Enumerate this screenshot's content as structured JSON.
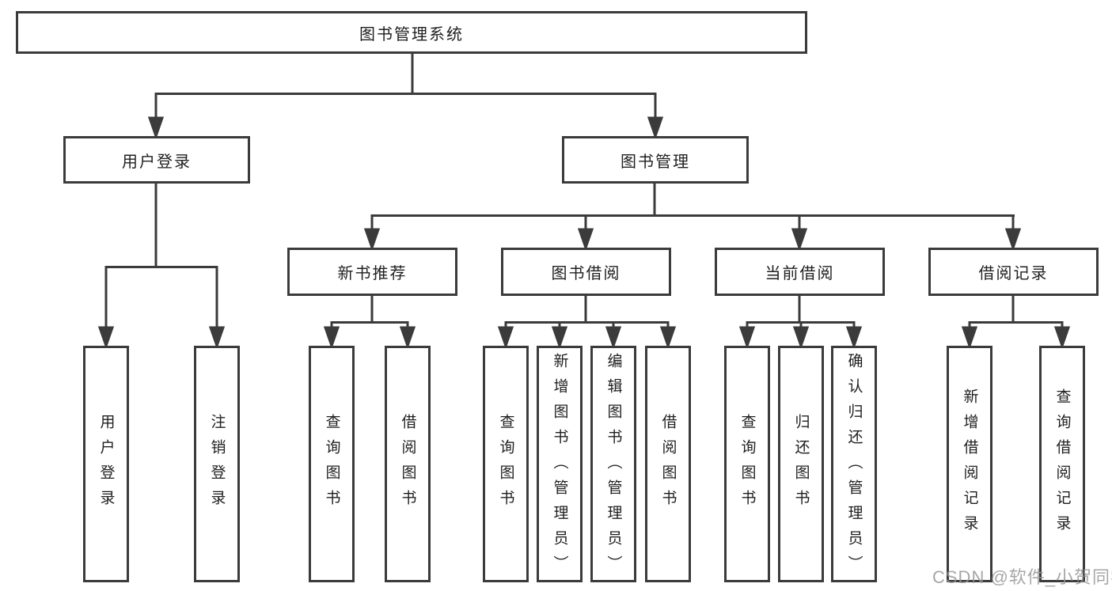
{
  "diagram": {
    "root": "图书管理系统",
    "level2": {
      "user_login": "用户登录",
      "book_management": "图书管理"
    },
    "level3": {
      "new_book_recommend": "新书推荐",
      "book_borrow": "图书借阅",
      "current_borrow": "当前借阅",
      "borrow_records": "借阅记录"
    },
    "leaves": {
      "user_login": "用户登录",
      "logout": "注销登录",
      "rec_query_books": "查询图书",
      "rec_borrow_books": "借阅图书",
      "bb_query_books": "查询图书",
      "bb_add_books_admin": "新增图书（管理员）",
      "bb_edit_books_admin": "编辑图书（管理员）",
      "bb_borrow_books": "借阅图书",
      "cb_query_books": "查询图书",
      "cb_return_books": "归还图书",
      "cb_confirm_return_admin": "确认归还（管理员）",
      "br_add_record": "新增借阅记录",
      "br_query_record": "查询借阅记录"
    }
  },
  "watermark": "CSDN @软件_小贺同学",
  "colors": {
    "line": "#3b3b3b",
    "box_border": "#3b3b3b",
    "text": "#1f1f1f",
    "background": "#ffffff",
    "watermark": "#969696"
  }
}
